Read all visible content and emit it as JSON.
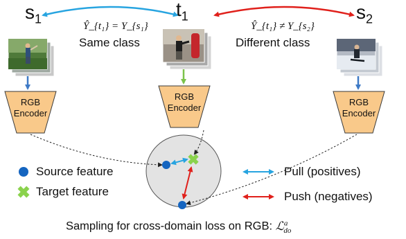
{
  "domains": {
    "s1": {
      "name": "s",
      "sub": "1"
    },
    "t1": {
      "name": "t",
      "sub": "1"
    },
    "s2": {
      "name": "s",
      "sub": "2"
    }
  },
  "relations": {
    "left": {
      "math": "Ŷ_{t₁} = Y_{s₁}",
      "text": "Same class",
      "color": "#27a4e0"
    },
    "right": {
      "math": "Ŷ_{t₁} ≠ Y_{s₂}",
      "text": "Different class",
      "color": "#e0201b"
    }
  },
  "encoders": [
    {
      "line1": "RGB",
      "line2": "Encoder"
    },
    {
      "line1": "RGB",
      "line2": "Encoder"
    },
    {
      "line1": "RGB",
      "line2": "Encoder"
    }
  ],
  "legend": {
    "source_feature": "Source feature",
    "target_feature": "Target feature",
    "pull": "Pull (positives)",
    "push": "Push (negatives)"
  },
  "caption": {
    "text": "Sampling for cross-domain loss on RGB:",
    "math": "ℒ",
    "math_sup": "a",
    "math_sub": "do"
  },
  "colors": {
    "encoder_fill": "#f9c98a",
    "source": "#1565c0",
    "target": "#8ad24c",
    "pull": "#27a4e0",
    "push": "#e0201b",
    "circle_fill": "#e3e3e3"
  }
}
